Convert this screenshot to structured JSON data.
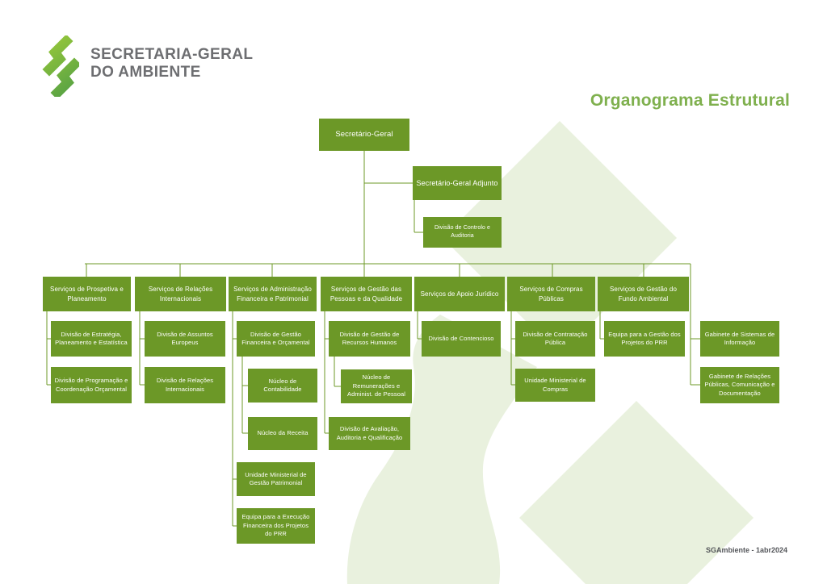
{
  "header": {
    "org_name_line1": "SECRETARIA-GERAL",
    "org_name_line2": "DO AMBIENTE",
    "page_title": "Organograma Estrutural"
  },
  "colors": {
    "box_green": "#6C9827",
    "title_green": "#7FB04E",
    "wordmark_gray": "#6D6E71",
    "watermark_green": "#E9F1DE",
    "connector_green": "#6C9827",
    "logo_green_light": "#A2CE39",
    "logo_green_dark": "#4F9D45"
  },
  "org_chart": {
    "root": {
      "label": "Secretário-Geral"
    },
    "deputy": {
      "label": "Secretário-Geral Adjunto",
      "children": [
        {
          "label": "Divisão de Controlo e Auditoria"
        }
      ]
    },
    "departments": [
      {
        "label": "Serviços de Prospetiva e Planeamento",
        "children": [
          {
            "label": "Divisão de Estratégia, Planeamento e Estatística"
          },
          {
            "label": "Divisão de Programação e Coordenação Orçamental"
          }
        ]
      },
      {
        "label": "Serviços de Relações Internacionais",
        "children": [
          {
            "label": "Divisão de Assuntos Europeus"
          },
          {
            "label": "Divisão de Relações Internacionais"
          }
        ]
      },
      {
        "label": "Serviços de Administração Financeira e Patrimonial",
        "children": [
          {
            "label": "Divisão de Gestão Financeira e Orçamental",
            "children": [
              {
                "label": "Núcleo de Contabilidade"
              },
              {
                "label": "Núcleo da Receita"
              }
            ]
          },
          {
            "label": "Unidade Ministerial de Gestão Patrimonial"
          },
          {
            "label": "Equipa para a Execução Financeira dos Projetos do PRR"
          }
        ]
      },
      {
        "label": "Serviços de Gestão das Pessoas e da Qualidade",
        "children": [
          {
            "label": "Divisão de Gestão de Recursos Humanos",
            "children": [
              {
                "label": "Núcleo de Remunerações e Administ. de Pessoal"
              }
            ]
          },
          {
            "label": "Divisão de Avaliação, Auditoria e Qualificação"
          }
        ]
      },
      {
        "label": "Serviços de Apoio Jurídico",
        "children": [
          {
            "label": "Divisão de Contencioso"
          }
        ]
      },
      {
        "label": "Serviços de Compras Públicas",
        "children": [
          {
            "label": "Divisão de Contratação Pública"
          },
          {
            "label": "Unidade Ministerial de Compras"
          }
        ]
      },
      {
        "label": "Serviços de Gestão do Fundo Ambiental",
        "children": [
          {
            "label": "Equipa para a Gestão dos Projetos do PRR"
          }
        ]
      }
    ],
    "support_units": [
      {
        "label": "Gabinete de Sistemas de Informação"
      },
      {
        "label": "Gabinete de Relações Públicas, Comunicação e Documentação"
      }
    ]
  },
  "footer": {
    "credit": "SGAmbiente - 1abr2024"
  }
}
